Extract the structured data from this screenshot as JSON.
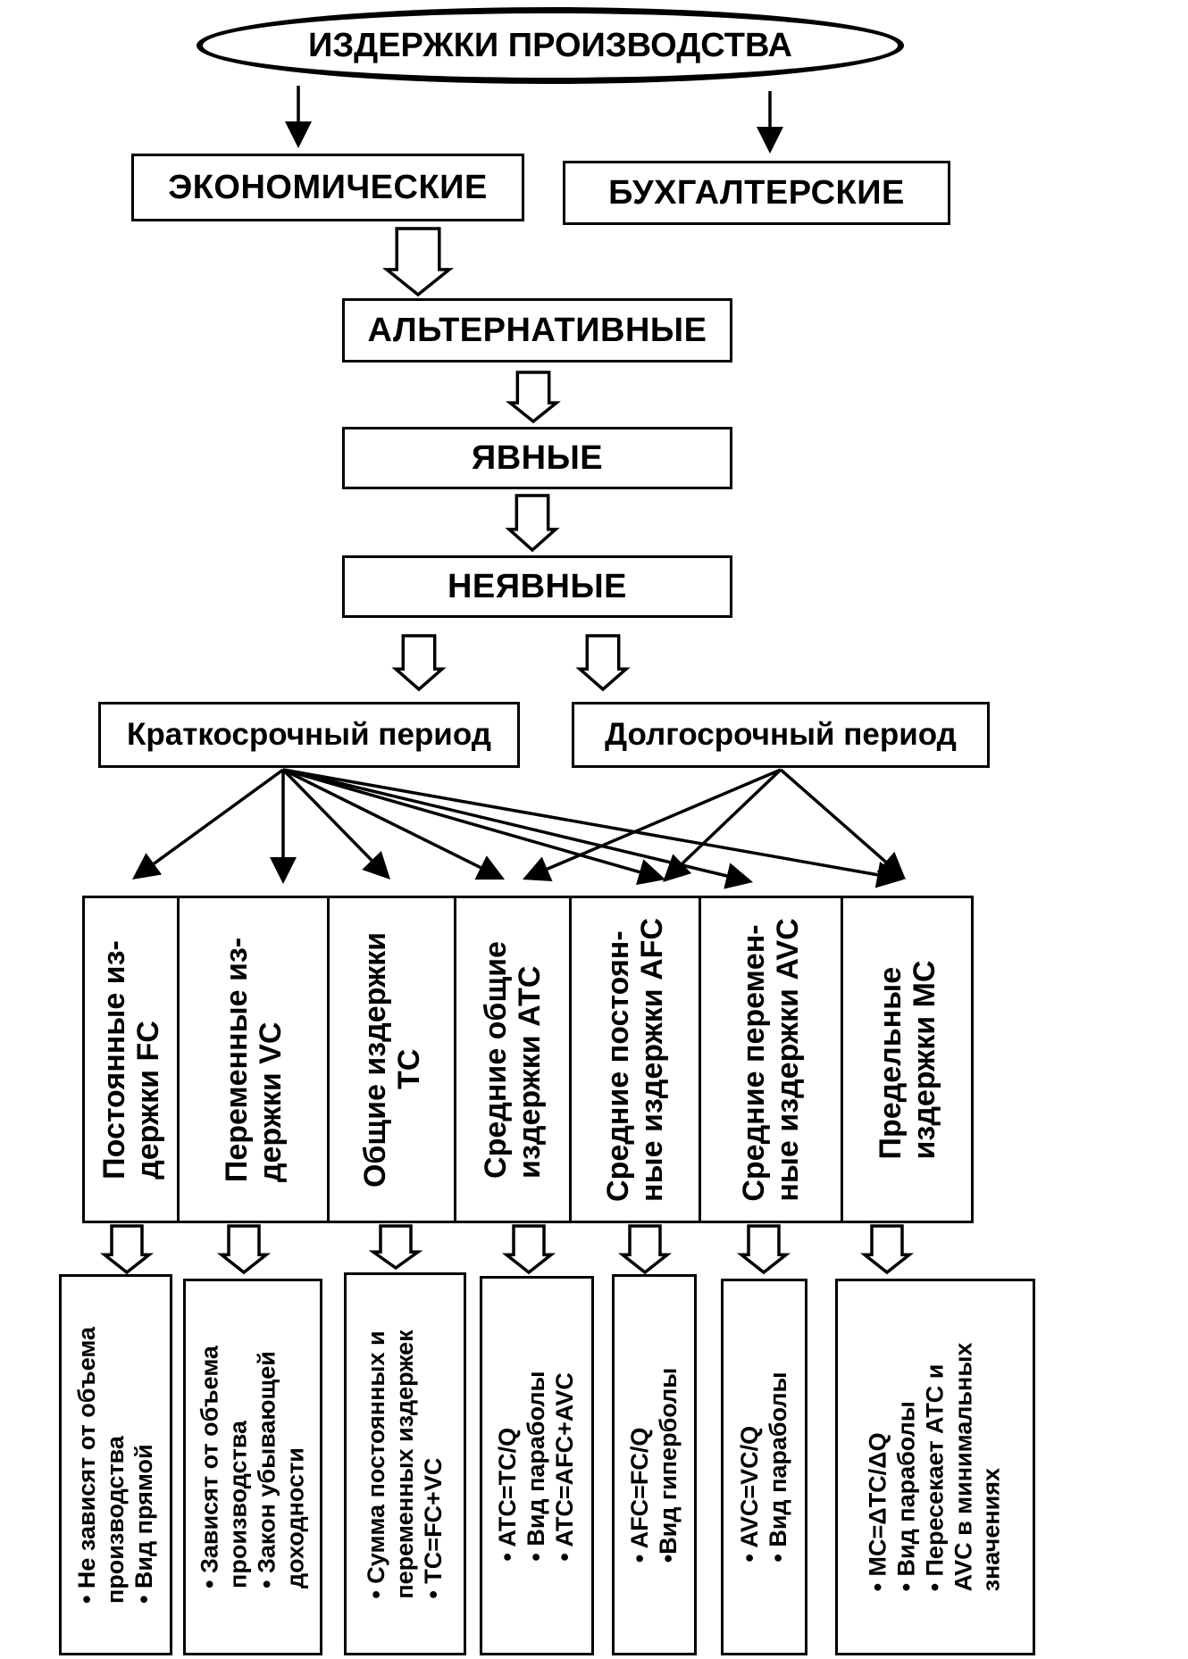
{
  "title": "ИЗДЕРЖКИ ПРОИЗВОДСТВА",
  "level1": {
    "left": "ЭКОНОМИЧЕСКИЕ",
    "right": "БУХГАЛТЕРСКИЕ"
  },
  "chain": [
    "АЛЬТЕРНАТИВНЫЕ",
    "ЯВНЫЕ",
    "НЕЯВНЫЕ"
  ],
  "periods": {
    "short": "Краткосрочный период",
    "long": "Долгосрочный период"
  },
  "categories": [
    {
      "line1": "Постоянные из-",
      "line2": "держки FC"
    },
    {
      "line1": "Переменные из-",
      "line2": "держки VC"
    },
    {
      "line1": "Общие издержки",
      "line2": "ТС"
    },
    {
      "line1": "Средние общие",
      "line2": "издержки АТС"
    },
    {
      "line1": "Средние постоян-",
      "line2": "ные издержки AFC"
    },
    {
      "line1": "Средние перемен-",
      "line2": "ные издержки AVC"
    },
    {
      "line1": "Предельные",
      "line2": "издержки МС"
    }
  ],
  "details": [
    [
      "• Не зависят от объема",
      "производства",
      "• Вид прямой"
    ],
    [
      "• Зависят от объема",
      "производства",
      "• Закон убывающей",
      "доходности"
    ],
    [
      "• Сумма постоянных и",
      "переменных издержек",
      "• ТС=FC+VC"
    ],
    [
      "• ATC=TC/Q",
      "• Вид параболы",
      "• ATC=AFC+AVC"
    ],
    [
      "• AFC=FC/Q",
      "•Вид гиперболы"
    ],
    [
      "• AVC=VC/Q",
      "• Вид параболы"
    ],
    [
      "• MC=ΔTC/ΔQ",
      "• Вид параболы",
      "• Пересекает АТС и",
      "AVC в минимальных",
      "значениях"
    ]
  ]
}
